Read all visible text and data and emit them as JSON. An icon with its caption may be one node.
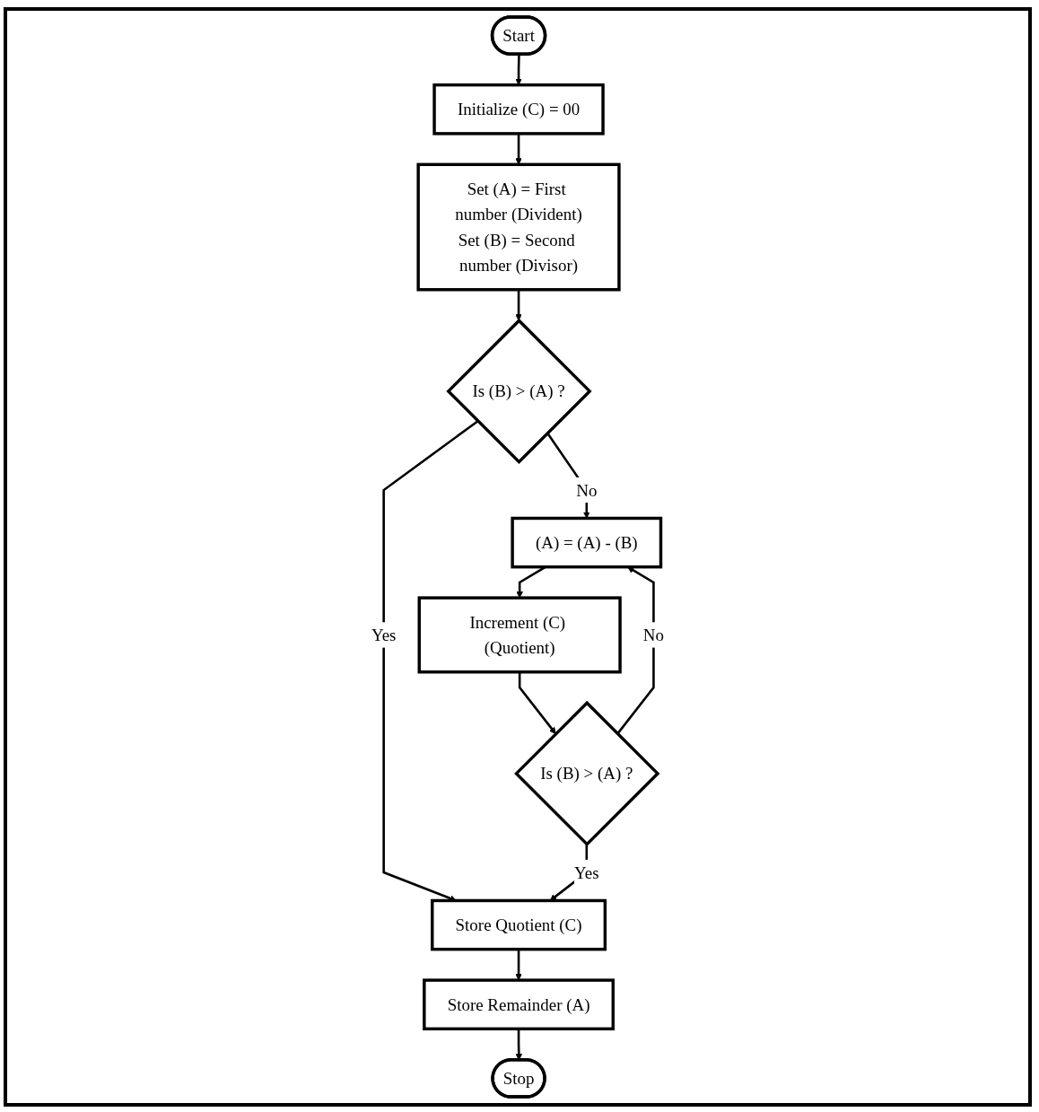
{
  "diagram": {
    "nodes": [
      {
        "text": [
          "Start"
        ]
      },
      {
        "text": [
          "Initialize (C) = 00"
        ]
      },
      {
        "text": [
          "Set (A) = First number (Divident)",
          "Set (B) = Second number (Divisor)"
        ]
      },
      {
        "text": [
          "Is (B) > (A) ?"
        ]
      },
      {
        "text": [
          "(A) = (A) - (B)"
        ]
      },
      {
        "text": [
          "Increment (C) (Quotient)"
        ]
      },
      {
        "text": [
          "Is (B) > (A) ?"
        ]
      },
      {
        "text": [
          "Store Quotient (C)"
        ]
      },
      {
        "text": [
          "Store Remainder (A)"
        ]
      },
      {
        "text": [
          "Stop"
        ]
      }
    ],
    "edges": [
      {
        "from": 0,
        "to": 1,
        "arrow": "to"
      },
      {
        "from": 1,
        "to": 2,
        "arrow": "to"
      },
      {
        "from": 2,
        "to": 3,
        "arrow": "to"
      },
      {
        "from": 3,
        "to": 7,
        "arrow": "to",
        "label": "Yes"
      },
      {
        "from": 3,
        "to": 4,
        "arrow": "to",
        "label": "No"
      },
      {
        "from": 4,
        "to": 5,
        "arrow": "to"
      },
      {
        "from": 5,
        "to": 6,
        "arrow": "to"
      },
      {
        "from": 6,
        "to": 4,
        "arrow": "to",
        "label": "No"
      },
      {
        "from": 6,
        "to": 7,
        "arrow": "to",
        "label": "Yes"
      },
      {
        "from": 7,
        "to": 8,
        "arrow": "to"
      },
      {
        "from": 8,
        "to": 9,
        "arrow": "to"
      }
    ]
  }
}
